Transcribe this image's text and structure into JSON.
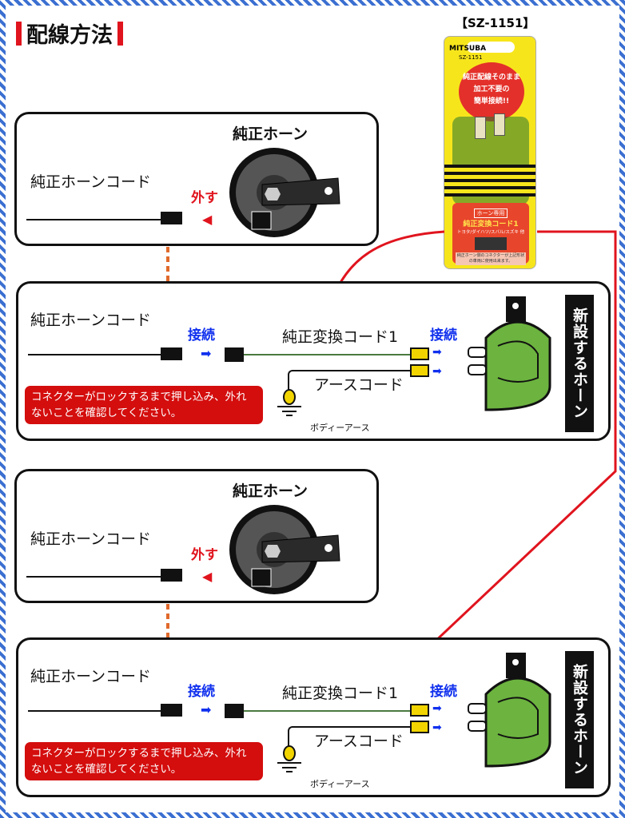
{
  "title": "配線方法",
  "package": {
    "label": "【SZ-1151】",
    "brand": "MITSUBA",
    "model": "SZ-1151",
    "badge_lines": [
      "純正配線そのまま",
      "加工不要の",
      "簡単接続!!"
    ],
    "tag": "ホーン専用",
    "product_name": "純正変換コード1",
    "makers": "トヨタ/ダイハツ/スバル/スズキ 他",
    "note": "純正ホーン側のコネクターが上記形状の車両に使用出来ます。"
  },
  "panels": [
    {
      "horn_label": "純正ホーン",
      "cord_label": "純正ホーンコード",
      "action": "外す"
    },
    {
      "cord_label": "純正ホーンコード",
      "connect1": "接続",
      "adapter_label": "純正変換コード1",
      "connect2": "接続",
      "earth_label": "アースコード",
      "body_earth": "ボディーアース",
      "callout": "コネクターがロックするまで押し込み、外れないことを確認してください。",
      "new_horn": "新設するホーン"
    },
    {
      "horn_label": "純正ホーン",
      "cord_label": "純正ホーンコード",
      "action": "外す"
    },
    {
      "cord_label": "純正ホーンコード",
      "connect1": "接続",
      "adapter_label": "純正変換コード1",
      "connect2": "接続",
      "earth_label": "アースコード",
      "body_earth": "ボディーアース",
      "callout": "コネクターがロックするまで押し込み、外れないことを確認してください。",
      "new_horn": "新設するホーン"
    }
  ],
  "colors": {
    "red": "#e0141e",
    "blue": "#1030ee",
    "orange": "#e06a2c",
    "horn_green": "#6cb33f"
  }
}
